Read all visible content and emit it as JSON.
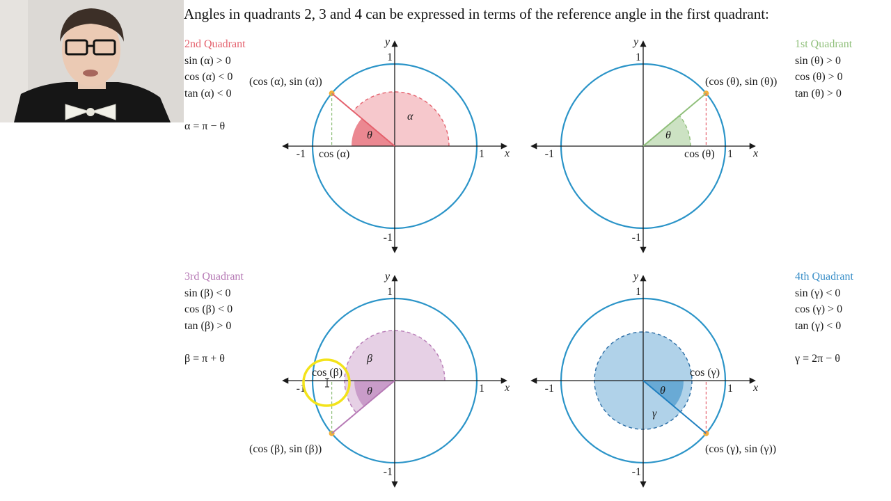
{
  "title": "Angles in quadrants 2, 3 and 4 can be expressed in terms of the reference angle in the first quadrant:",
  "colors": {
    "circle": "#2b94c8",
    "axis": "#1a1a1a",
    "q1": "#8fbf7a",
    "q2": "#e4606c",
    "q3": "#b679b5",
    "q4": "#3a8fc8",
    "point": "#f2b03c",
    "highlight": "#f3e31a"
  },
  "panels": {
    "q2": {
      "title": "2nd Quadrant",
      "lines": [
        "sin (α) > 0",
        "cos (α) < 0",
        "tan (α) < 0"
      ],
      "formula": "α = π − θ"
    },
    "q1": {
      "title": "1st Quadrant",
      "lines": [
        "sin (θ) > 0",
        "cos (θ) > 0",
        "tan (θ) > 0"
      ]
    },
    "q3": {
      "title": "3rd Quadrant",
      "lines": [
        "sin (β) < 0",
        "cos (β) < 0",
        "tan (β) > 0"
      ],
      "formula": "β = π + θ"
    },
    "q4": {
      "title": "4th Quadrant",
      "lines": [
        "sin (γ) < 0",
        "cos (γ) > 0",
        "tan (γ) < 0"
      ],
      "formula": "γ = 2π − θ"
    }
  },
  "axes": {
    "x": "x",
    "y": "y",
    "one": "1",
    "neg_one": "-1"
  },
  "diagrams": {
    "q2": {
      "point": "(cos (α), sin (α))",
      "cos": "cos (α)",
      "angle": "α",
      "ref": "θ"
    },
    "q1": {
      "point": "(cos (θ), sin (θ))",
      "cos": "cos (θ)",
      "ref": "θ"
    },
    "q3": {
      "point": "(cos (β), sin (β))",
      "cos": "cos (β)",
      "angle": "β",
      "ref": "θ"
    },
    "q4": {
      "point": "(cos (γ), sin (γ))",
      "cos": "cos (γ)",
      "angle": "γ",
      "ref": "θ"
    }
  }
}
